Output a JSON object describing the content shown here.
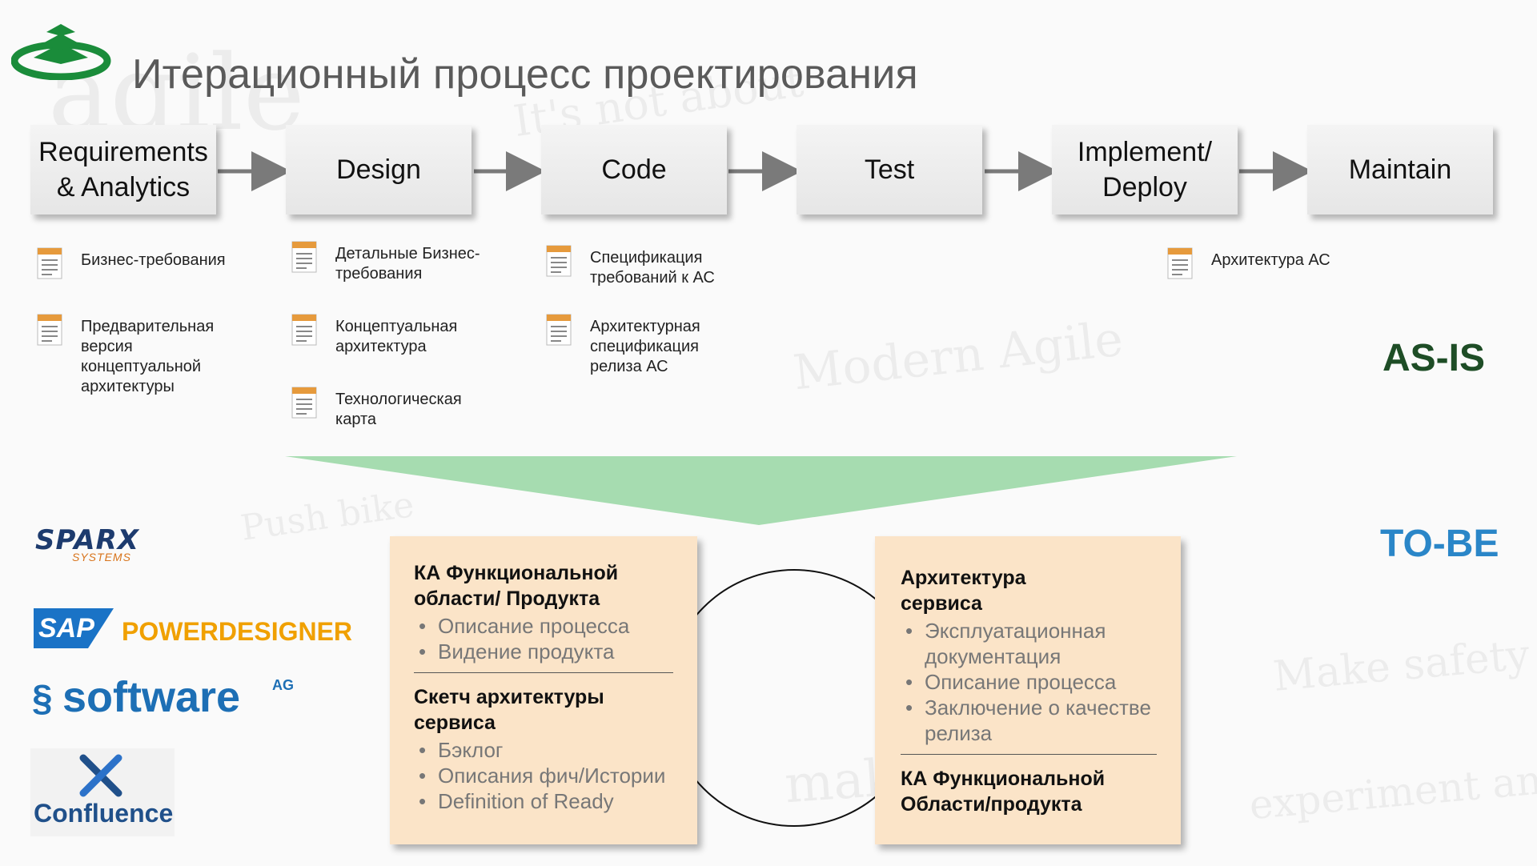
{
  "title": "Итерационный процесс проектирования",
  "stages": [
    {
      "line1": "Requirements",
      "line2": "& Analytics"
    },
    {
      "line1": "Design",
      "line2": ""
    },
    {
      "line1": "Code",
      "line2": ""
    },
    {
      "line1": "Test",
      "line2": ""
    },
    {
      "line1": "Implement/",
      "line2": "Deploy"
    },
    {
      "line1": "Maintain",
      "line2": ""
    }
  ],
  "artifacts": {
    "requirements": [
      "Бизнес-требования",
      "Предварительная версия концептуальной архитектуры"
    ],
    "design": [
      "Детальные Бизнес-требования",
      "Концептуальная архитектура",
      "Технологическая карта"
    ],
    "code": [
      "Спецификация требований к АС",
      "Архитектурная спецификация релиза АС"
    ],
    "deploy": [
      "Архитектура АС"
    ]
  },
  "labels": {
    "as_is": "AS-IS",
    "to_be": "TO-BE"
  },
  "cards": {
    "left": {
      "heading1": "КА Функциональной области/ Продукта",
      "bullets1": [
        "Описание процесса",
        "Видение продукта"
      ],
      "heading2": "Скетч архитектуры сервиса",
      "bullets2": [
        "Бэклог",
        "Описания фич/Истории",
        "Definition of Ready"
      ]
    },
    "right": {
      "heading1": "Архитектура сервиса",
      "bullets1": [
        "Эксплуатационная документация",
        "Описание процесса",
        "Заключение о качестве релиза"
      ],
      "heading2": "КА Функциональной Области/продукта"
    }
  },
  "tools": {
    "sparx": {
      "name": "SPARX",
      "sub": "SYSTEMS"
    },
    "sap": {
      "name": "SAP",
      "product": "POWERDESIGNER"
    },
    "software": {
      "name": "software",
      "sup": "AG"
    },
    "confluence": {
      "name": "Confluence"
    }
  },
  "colors": {
    "logo_green": "#1a8c3a",
    "funnel_green": "#a6dcb0",
    "card_bg": "#fbe4c8",
    "as_is": "#1e4d26",
    "to_be": "#2a86c8",
    "sap_blue": "#1a73c6",
    "powerdesigner_orange": "#f0a000",
    "software_ag_blue": "#1d6fb5",
    "confluence_blue": "#20508a"
  },
  "icons": {
    "logo": "stacked-layers-logo",
    "document": "document-icon"
  }
}
